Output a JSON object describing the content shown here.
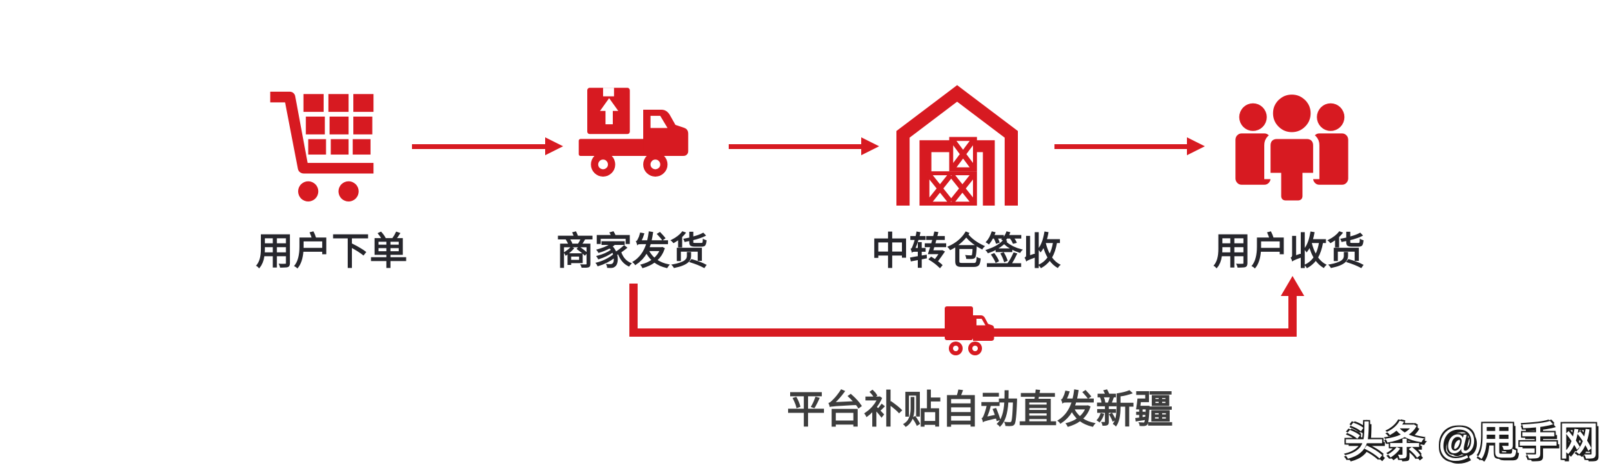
{
  "diagram": {
    "stages": [
      {
        "label": "用户下单",
        "icon": "shopping-cart-icon"
      },
      {
        "label": "商家发货",
        "icon": "shipping-truck-icon"
      },
      {
        "label": "中转仓签收",
        "icon": "warehouse-icon"
      },
      {
        "label": "用户收货",
        "icon": "users-group-icon"
      }
    ],
    "flow_direction": "left-to-right",
    "bypass": {
      "from": "商家发货",
      "to": "用户收货",
      "caption": "平台补贴自动直发新疆",
      "icon": "small-truck-icon"
    }
  },
  "watermark": {
    "text": "头条 @甩手网"
  },
  "colors": {
    "accent_red": "#d71a21",
    "label_text": "#26262c",
    "caption_text": "#3d3d3d",
    "background": "#ffffff",
    "watermark_fill": "#ffffff",
    "watermark_outline": "#1a1a1a"
  }
}
